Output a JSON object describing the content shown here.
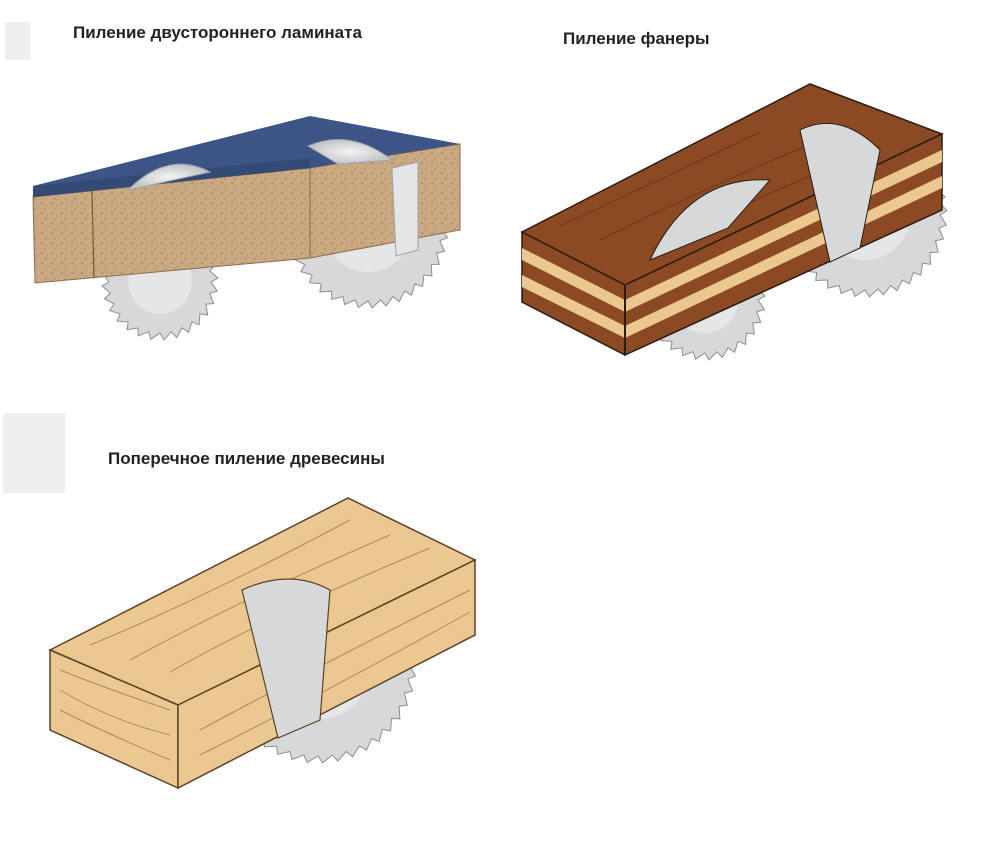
{
  "captions": {
    "laminate": "Пиление двустороннего ламината",
    "plywood": "Пиление фанеры",
    "wood": "Поперечное пиление древесины"
  },
  "colors": {
    "laminate_top": "#3d5586",
    "chipboard": "#c9a882",
    "plywood_dark": "#8b4a24",
    "plywood_light": "#ecc891",
    "wood": "#ebc891",
    "blade": "#d6d8da",
    "outline": "#2b1d12"
  },
  "illustrations": [
    {
      "id": "laminate",
      "icon": "chipboard-block-with-two-saw-blades-icon"
    },
    {
      "id": "plywood",
      "icon": "plywood-block-with-saw-blade-icon"
    },
    {
      "id": "wood",
      "icon": "timber-block-with-saw-blade-icon"
    }
  ]
}
